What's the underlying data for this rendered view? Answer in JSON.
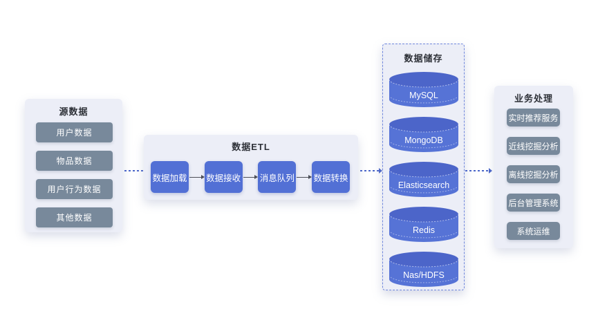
{
  "panels": {
    "source": {
      "title": "源数据",
      "items": [
        "用户数据",
        "物品数据",
        "用户行为数据",
        "其他数据"
      ]
    },
    "etl": {
      "title": "数据ETL",
      "steps": [
        "数据加载",
        "数据接收",
        "消息队列",
        "数据转换"
      ]
    },
    "storage": {
      "title": "数据储存",
      "databases": [
        "MySQL",
        "MongoDB",
        "Elasticsearch",
        "Redis",
        "Nas/HDFS"
      ]
    },
    "business": {
      "title": "业务处理",
      "items": [
        "实时推荐服务",
        "近线挖掘分析",
        "离线挖掘分析",
        "后台管理系统",
        "系统运维"
      ]
    }
  },
  "colors": {
    "panel_bg": "#eceef7",
    "node_gray": "#78899b",
    "node_blue": "#5270d5",
    "cylinder_body": "#5673d6",
    "cylinder_top": "#4c65c9",
    "connector_dashed": "#4b66c9",
    "step_arrow": "#4b4e57",
    "title_text": "#2e3138"
  }
}
